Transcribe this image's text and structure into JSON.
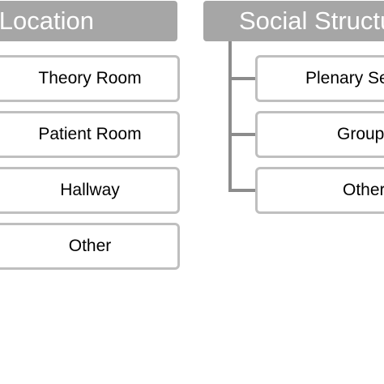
{
  "location": {
    "title": "Location",
    "items": [
      "Theory Room",
      "Patient Room",
      "Hallway",
      "Other"
    ]
  },
  "social": {
    "title": "Social Structure",
    "items": [
      "Plenary Session",
      "Group",
      "Other"
    ]
  },
  "colors": {
    "header_fill": "#a6a6a6",
    "header_text": "#ffffff",
    "box_border": "#bfbfbf",
    "connector": "#8c8c8c"
  }
}
